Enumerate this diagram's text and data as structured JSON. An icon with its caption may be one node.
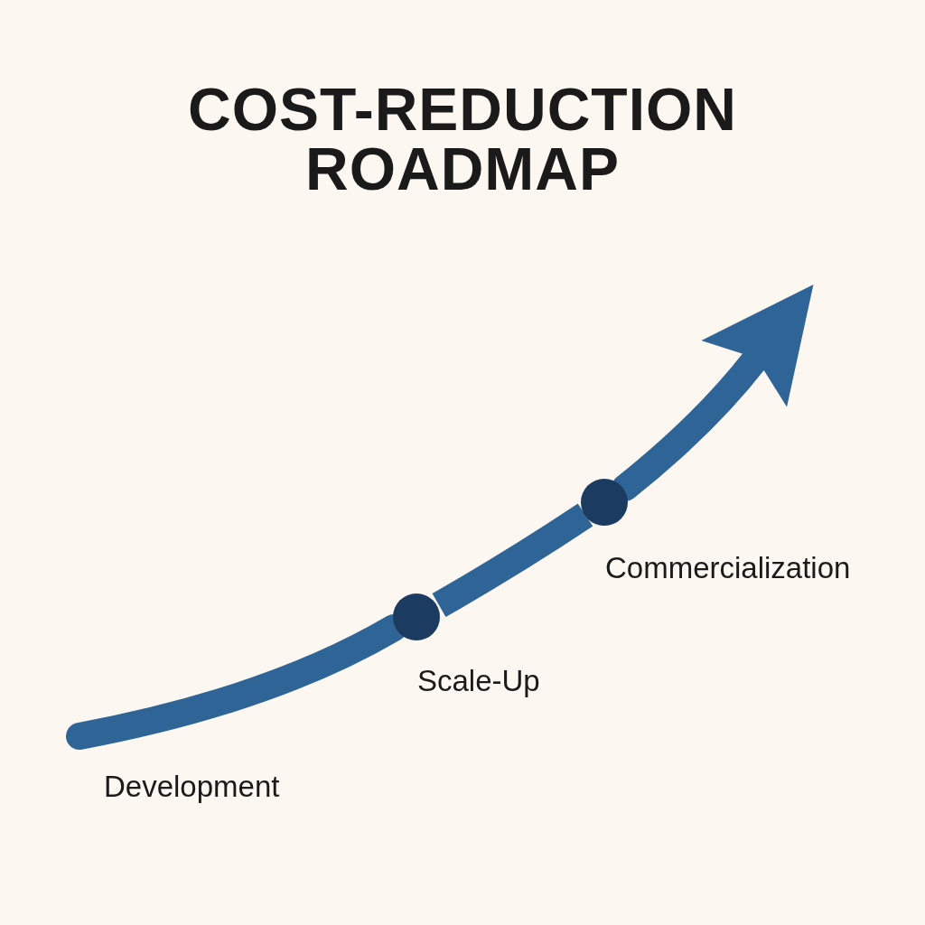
{
  "diagram": {
    "title": "COST-REDUCTION ROADMAP",
    "nodes": [
      {
        "text": [],
        "shape": "circle",
        "beside": [
          "Scale-Up"
        ]
      },
      {
        "text": [],
        "shape": "circle",
        "beside": [
          "Commercialization"
        ]
      }
    ],
    "edges": [
      {
        "from": null,
        "to": 0,
        "arrow": "none"
      },
      {
        "from": 0,
        "to": 1,
        "arrow": "none"
      },
      {
        "from": 1,
        "to": null,
        "arrow": "to"
      }
    ],
    "labels": [
      "Development"
    ]
  }
}
